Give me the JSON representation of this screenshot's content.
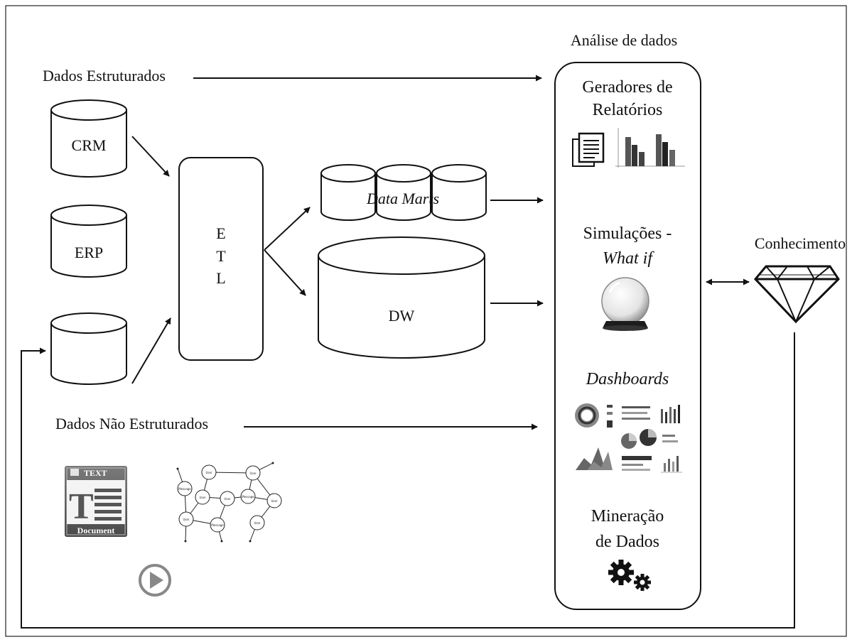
{
  "diagram": {
    "structured_data_label": "Dados Estruturados",
    "unstructured_data_label": "Dados Não Estruturados",
    "sources": {
      "crm": "CRM",
      "erp": "ERP"
    },
    "etl_letters": [
      "E",
      "T",
      "L"
    ],
    "data_marts_label": "Data Marts",
    "dw_label": "DW",
    "analysis_title": "Análise de dados",
    "analysis_panel": {
      "report_generators": [
        "Geradores de",
        "Relatórios"
      ],
      "simulations": "Simulações -",
      "what_if": "What if",
      "dashboards": "Dashboards",
      "data_mining": [
        "Mineração",
        "de Dados"
      ]
    },
    "knowledge_label": "Conhecimento",
    "text_document_icon": {
      "top": "TEXT",
      "letter": "T",
      "bottom": "Document"
    },
    "graph_node_labels": [
      "User",
      "Message",
      "User",
      "User",
      "User",
      "Message",
      "User",
      "User",
      "Message",
      "User"
    ]
  },
  "icons": [
    "document-icon",
    "bar-chart-icon",
    "crystal-ball-icon",
    "dashboard-icon",
    "gears-icon",
    "diamond-icon",
    "text-document-icon",
    "network-graph-icon",
    "play-icon"
  ]
}
